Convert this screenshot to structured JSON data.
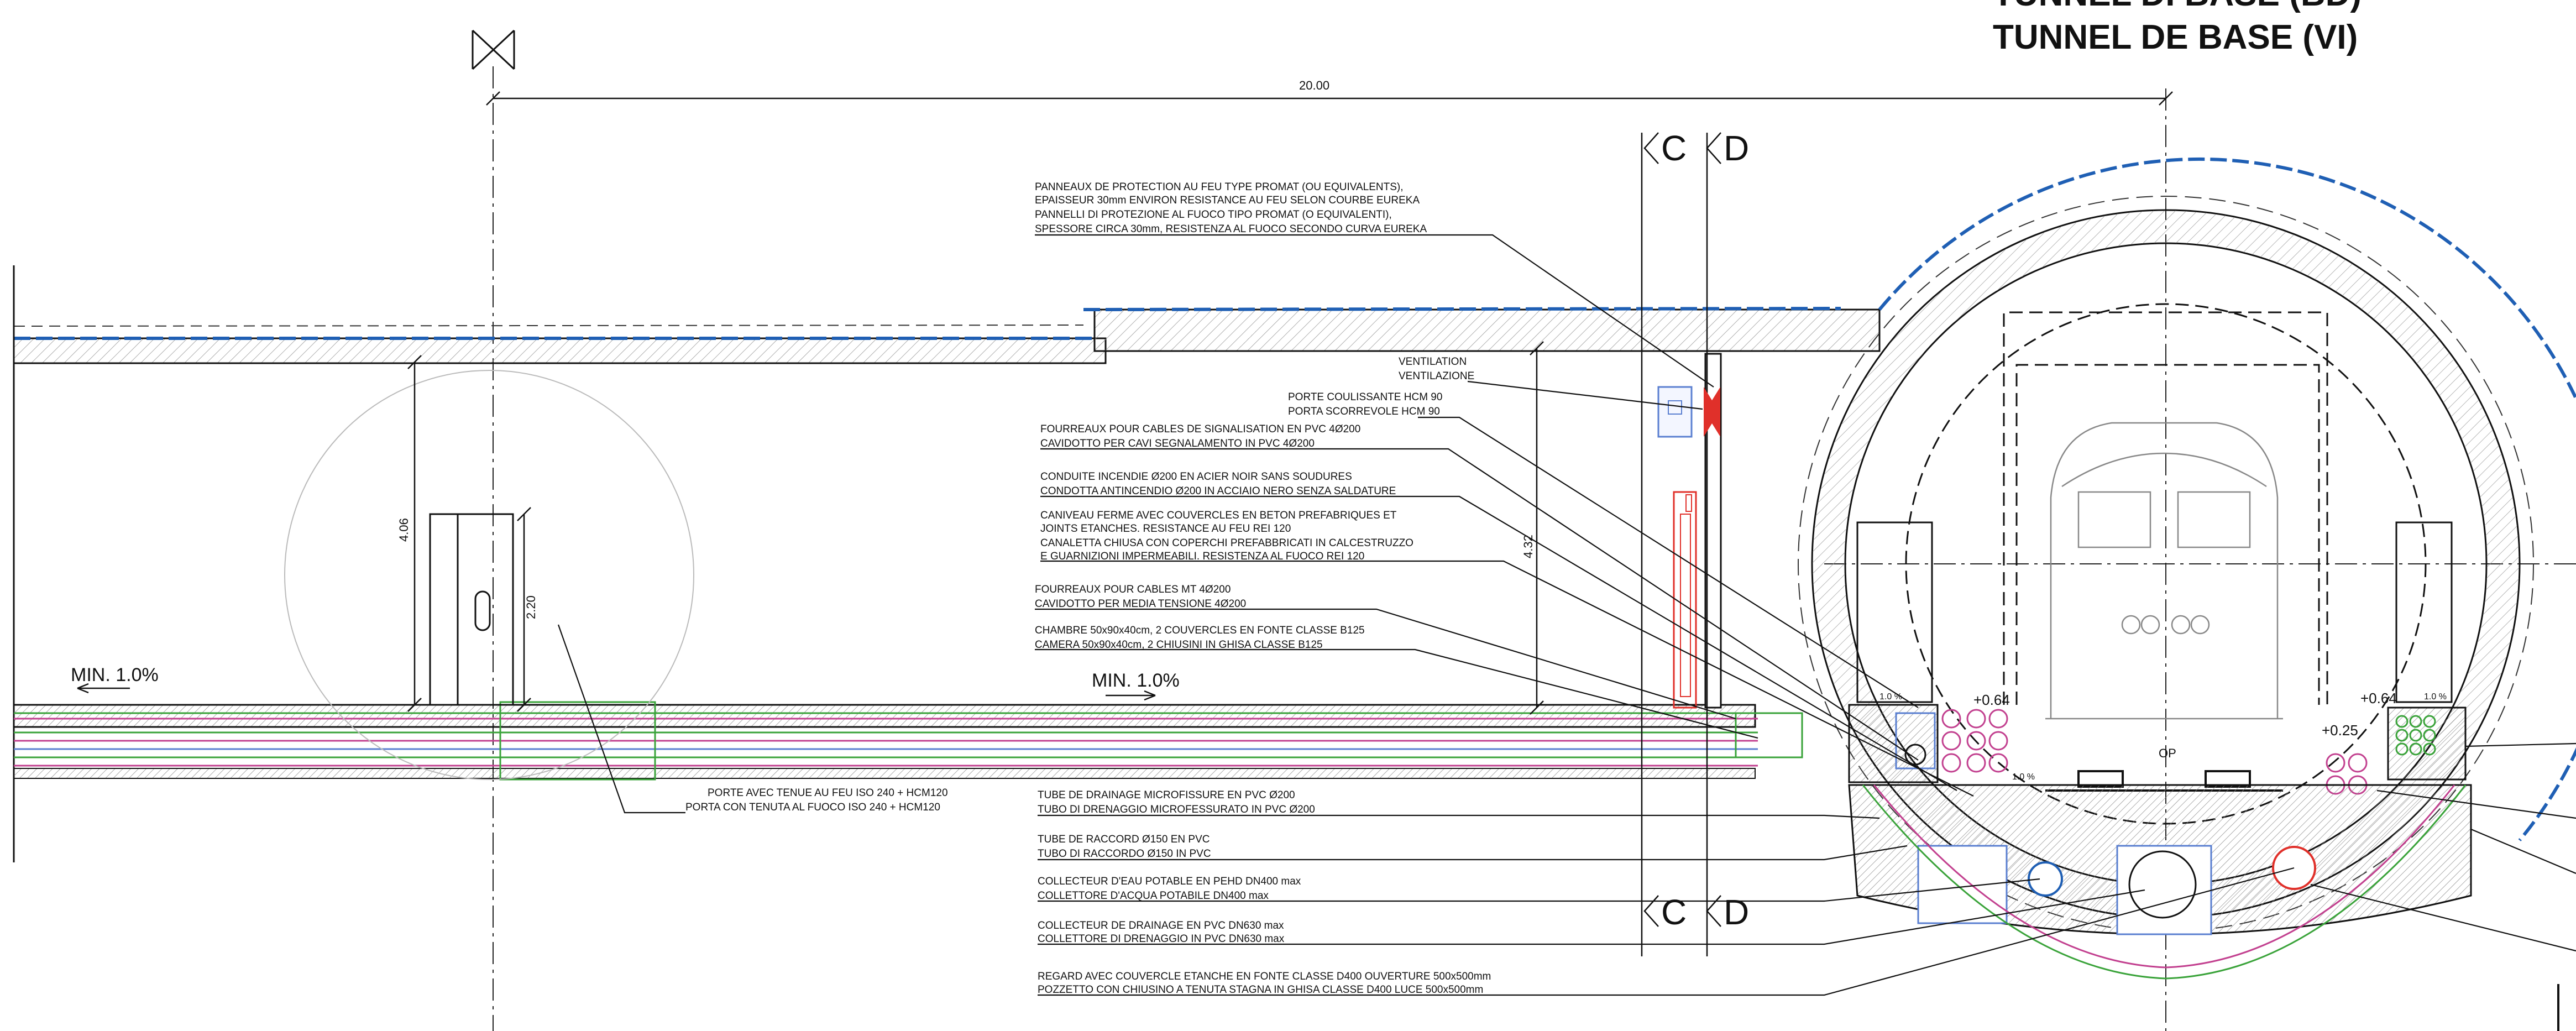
{
  "title": {
    "line1": "TUNNEL DI BASE (BD)",
    "line2": "TUNNEL DE BASE (VI)"
  },
  "dimensions": {
    "width_20": "20.00",
    "height_406": "4.06",
    "height_220": "2.20",
    "height_432": "4.32",
    "level_064_left": "+0.64",
    "level_064_right": "+0.64",
    "level_025": "+0.25",
    "slope_left_small": "1.0 %",
    "slope_right_small": "1.0 %",
    "slope_mid_small": "1.0 %",
    "op_label": "OP"
  },
  "slopes": {
    "left": "MIN. 1.0%",
    "middle": "MIN. 1.0%"
  },
  "section_marks": {
    "c_top": "C",
    "d_top": "D",
    "c_bottom": "C",
    "d_bottom": "D"
  },
  "notes": {
    "fire_panels": [
      "PANNEAUX DE PROTECTION AU FEU TYPE PROMAT (OU EQUIVALENTS),",
      "EPAISSEUR 30mm ENVIRON RESISTANCE AU FEU SELON COURBE EUREKA",
      "PANNELLI DI PROTEZIONE AL FUOCO TIPO PROMAT (O EQUIVALENTI),",
      "SPESSORE CIRCA 30mm,  RESISTENZA AL FUOCO SECONDO CURVA EUREKA"
    ],
    "ventilation": [
      "VENTILATION",
      "VENTILAZIONE"
    ],
    "sliding_door": [
      "PORTE COULISSANTE HCM 90",
      "PORTA SCORREVOLE HCM 90"
    ],
    "signal_ducts": [
      "FOURREAUX POUR CABLES DE SIGNALISATION EN PVC 4Ø200",
      "CAVIDOTTO PER CAVI SEGNALAMENTO IN PVC 4Ø200"
    ],
    "fire_pipe": [
      "CONDUITE INCENDIE Ø200 EN ACIER NOIR SANS SOUDURES",
      "CONDOTTA ANTINCENDIO Ø200 IN ACCIAIO NERO SENZA SALDATURE"
    ],
    "channel": [
      "CANIVEAU FERME AVEC COUVERCLES EN BETON PREFABRIQUES ET",
      "JOINTS ETANCHES. RESISTANCE AU FEU REI 120",
      "CANALETTA CHIUSA CON COPERCHI PREFABBRICATI IN CALCESTRUZZO",
      "E GUARNIZIONI IMPERMEABILI. RESISTENZA AL FUOCO REI 120"
    ],
    "mt_ducts": [
      "FOURREAUX POUR CABLES MT 4Ø200",
      "CAVIDOTTO PER MEDIA TENSIONE 4Ø200"
    ],
    "chamber": [
      "CHAMBRE 50x90x40cm, 2 COUVERCLES EN FONTE CLASSE B125",
      "CAMERA 50x90x40cm, 2 CHIUSINI IN GHISA CLASSE B125"
    ],
    "fire_door": [
      "PORTE AVEC TENUE AU FEU ISO 240 + HCM120",
      "PORTA CON TENUTA AL FUOCO  ISO 240 + HCM120"
    ],
    "drain_tube": [
      "TUBE DE DRAINAGE MICROFISSURE EN PVC Ø200",
      "TUBO DI DRENAGGIO MICROFESSURATO IN PVC Ø200"
    ],
    "connection_tube": [
      "TUBE DE RACCORD Ø150 EN PVC",
      "TUBO DI RACCORDO Ø150 IN PVC"
    ],
    "water_collector": [
      "COLLECTEUR D'EAU POTABLE EN PEHD DN400 max",
      "COLLETTORE D'ACQUA POTABILE DN400 max"
    ],
    "drain_collector": [
      "COLLECTEUR DE DRAINAGE EN PVC DN630 max",
      "COLLETTORE DI DRENAGGIO IN PVC DN630 max"
    ],
    "manhole": [
      "REGARD AVEC  COUVERCLE ETANCHE EN FONTE CLASSE D400 OUVERTURE 500x500mm",
      "POZZETTO CON CHIUSINO A TENUTA STAGNA IN GHISA CLASSE D400 LUCE 500x500mm"
    ]
  },
  "colors": {
    "line": "#1a1a1a",
    "waterproofing_blue": "#1f5fb4",
    "ducts_green": "#3aa33a",
    "ducts_magenta": "#c2408f",
    "fire_red": "#e0302a",
    "equipment_blue": "#5a7fd0"
  }
}
